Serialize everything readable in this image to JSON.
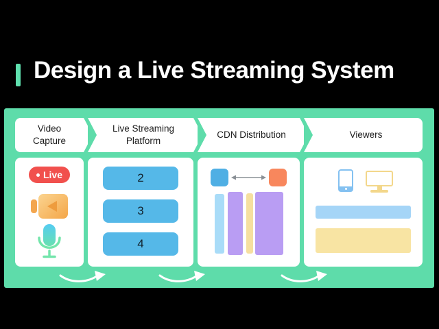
{
  "title": "Design a Live Streaming System",
  "stages": [
    {
      "label": "Video Capture"
    },
    {
      "label": "Live Streaming Platform"
    },
    {
      "label": "CDN Distribution"
    },
    {
      "label": "Viewers"
    }
  ],
  "video_capture": {
    "live_badge": "Live"
  },
  "platform": {
    "nodes": [
      "2",
      "3",
      "4"
    ]
  },
  "icons": {
    "camera": "video-camera-icon",
    "microphone": "microphone-icon",
    "sync": "bidirectional-arrow-icon",
    "phone": "smartphone-icon",
    "monitor": "desktop-monitor-icon",
    "flow": "curved-flow-arrow-icon"
  },
  "colors": {
    "panel_green": "#5edcaa",
    "accent_green": "#5fe0ae",
    "badge_red": "#f1504d",
    "node_blue": "#55b8e8",
    "origin_square_blue": "#4fafe4",
    "edge_square_orange": "#f8875d",
    "cdn_bar_light_blue": "#a9dcf8",
    "cdn_bar_purple": "#b99df3",
    "cdn_bar_yellow": "#f6dfa0",
    "viewer_bar_blue": "#a5d5f7",
    "viewer_bar_yellow": "#f8e4a3",
    "camera_orange": "#f4a648",
    "mic_cyan_green": "#55ccf2"
  }
}
